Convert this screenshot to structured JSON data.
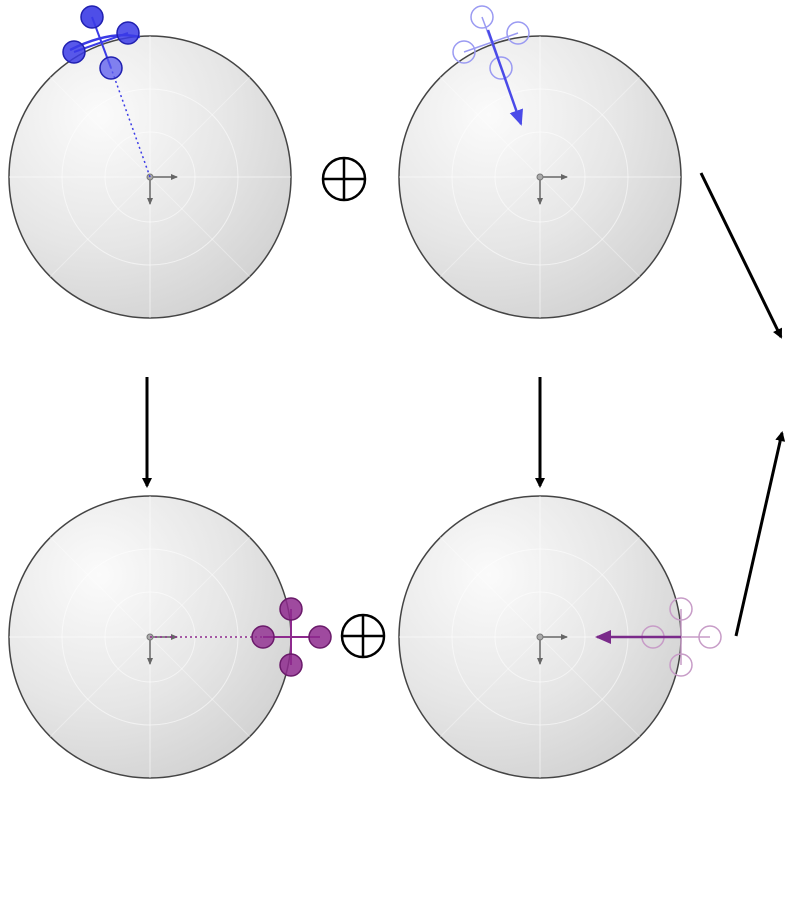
{
  "diagram": {
    "panels": [
      {
        "id": "top-left",
        "molecule": "filled",
        "color": "#3b3be6",
        "orientation": "radial-outward",
        "arrow": "none"
      },
      {
        "id": "top-right",
        "molecule": "outline",
        "color": "#7f7ff0",
        "orientation": "radial-outward",
        "arrow": "toward-center"
      },
      {
        "id": "bottom-left",
        "molecule": "filled",
        "color": "#8e2a8e",
        "orientation": "horizontal-right",
        "arrow": "none"
      },
      {
        "id": "bottom-right",
        "molecule": "outline",
        "color": "#b57bb5",
        "orientation": "horizontal-right",
        "arrow": "toward-center"
      }
    ],
    "operators": [
      "circled-plus",
      "circled-plus"
    ],
    "flow_arrows": [
      "down",
      "down",
      "down-right",
      "up"
    ]
  }
}
